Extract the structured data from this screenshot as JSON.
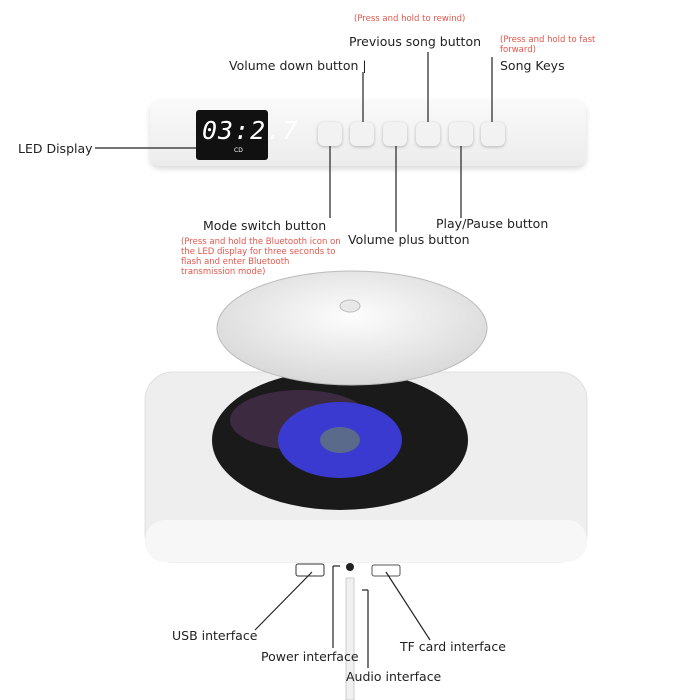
{
  "device_display": {
    "time": "03:2.7",
    "cd": "CD"
  },
  "labels": {
    "led_display": "LED Display",
    "volume_down": "Volume down button |",
    "previous_song": "Previous song button",
    "previous_note": "(Press and hold to rewind)",
    "song_keys": "Song Keys",
    "song_keys_note": "(Press and hold to fast forward)",
    "mode_switch": "Mode switch button",
    "mode_switch_note": "(Press and hold the Bluetooth icon on the LED display for three seconds to flash and enter Bluetooth transmission mode)",
    "volume_plus": "Volume plus button",
    "play_pause": "Play/Pause button",
    "usb": "USB interface",
    "power": "Power interface",
    "audio": "Audio interface",
    "tf_card": "TF card interface"
  },
  "colors": {
    "note": "#e4564b",
    "disc_label": "#3a3ad0",
    "led_bg": "#111111"
  }
}
